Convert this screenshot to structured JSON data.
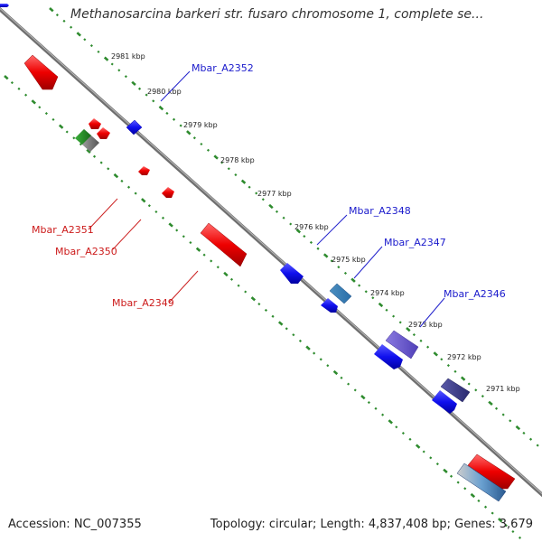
{
  "title": "Methanosarcina barkeri str. fusaro chromosome 1, complete se...",
  "footer": {
    "accession": "Accession: NC_007355",
    "summary": "Topology: circular; Length: 4,837,408 bp; Genes: 3,679"
  },
  "colors": {
    "backbone": "#7a7a7a",
    "tick": "#2e8b2e",
    "forward_label": "#1a1acc",
    "reverse_label": "#cc1a1a"
  },
  "ticks": [
    "2981 kbp",
    "2980 kbp",
    "2979 kbp",
    "2978 kbp",
    "2977 kbp",
    "2976 kbp",
    "2975 kbp",
    "2974 kbp",
    "2973 kbp",
    "2972 kbp",
    "2971 kbp"
  ],
  "gene_labels": {
    "g2352": "Mbar_A2352",
    "g2348": "Mbar_A2348",
    "g2347": "Mbar_A2347",
    "g2346": "Mbar_A2346",
    "g2351": "Mbar_A2351",
    "g2350": "Mbar_A2350",
    "g2349": "Mbar_A2349"
  }
}
